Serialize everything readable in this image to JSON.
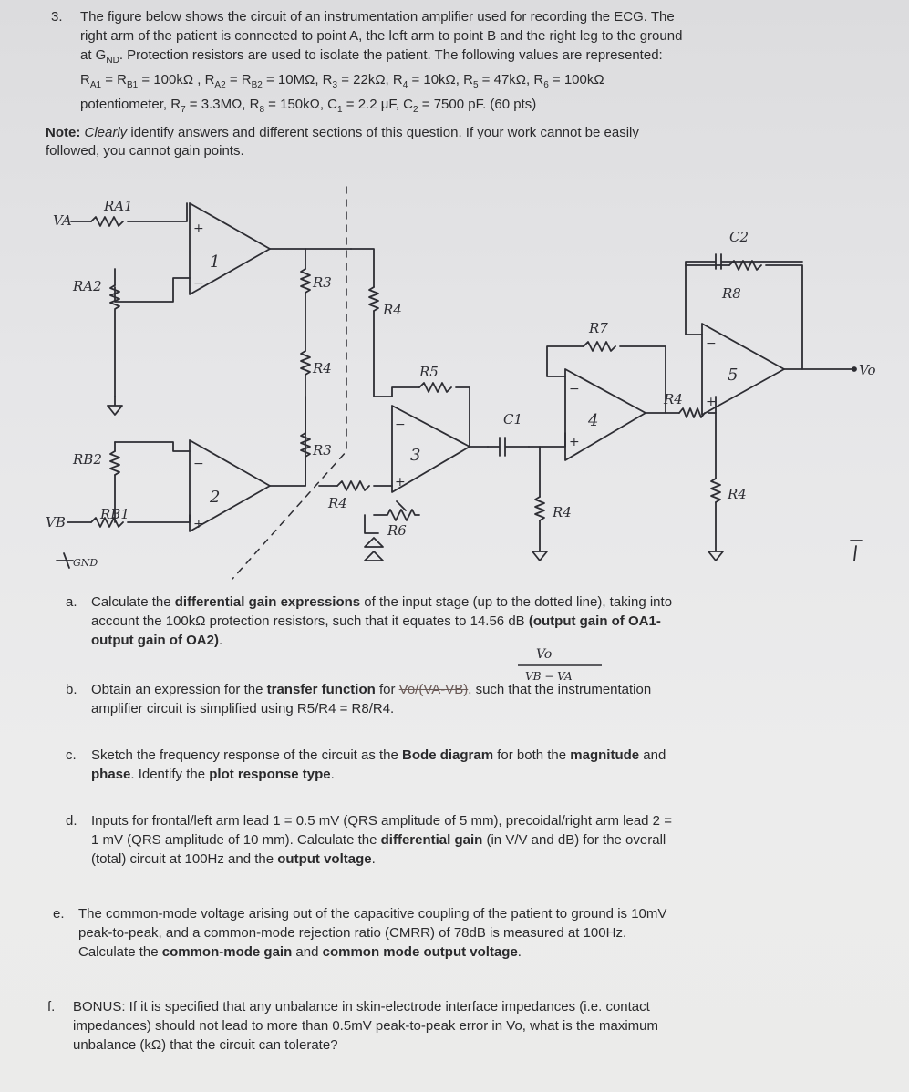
{
  "question": {
    "number": "3.",
    "lines": [
      "The figure below shows the circuit of an instrumentation amplifier used for recording the ECG. The",
      "right arm of the patient is connected to point A, the left arm to point B and the right leg to the ground",
      "at G",
      "ND",
      ". Protection resistors are used to isolate the patient. The following values are represented:",
      "R",
      "A1",
      " = R",
      "B1",
      " = 100kΩ , R",
      "A2",
      " = R",
      "B2",
      " = 10MΩ, R",
      "3",
      " = 22kΩ, R",
      "4",
      " = 10kΩ, R",
      "5",
      " = 47kΩ, R",
      "6",
      " = 100kΩ",
      "potentiometer, R",
      "7",
      " = 3.3MΩ, R",
      "8",
      " = 150kΩ, C",
      "1",
      " = 2.2 μF, C",
      "2",
      " = 7500 pF. (60 pts)"
    ]
  },
  "note": {
    "label": "Note:",
    "pre": " ",
    "emph": "Clearly",
    "rest_line1": " identify answers and different sections of this question. If your work cannot be easily",
    "line2": "followed, you cannot gain points."
  },
  "circuit_labels": {
    "va": "VA",
    "vb": "VB",
    "gnd": "GND",
    "vo": "Vo",
    "ra1": "RA1",
    "ra2": "RA2",
    "rb1": "RB1",
    "rb2": "RB2",
    "r3a": "R3",
    "r4a": "R4",
    "r4b": "R4",
    "r3b": "R3",
    "r4c": "R4",
    "r5": "R5",
    "r6": "R6",
    "r7": "R7",
    "r4d": "R4",
    "r4e": "R4",
    "r4f": "R4",
    "r8": "R8",
    "c1": "C1",
    "c2": "C2",
    "oa1": "1",
    "oa2": "2",
    "oa3": "3",
    "oa4": "4",
    "oa5": "5",
    "plus": "+",
    "minus": "−"
  },
  "items": {
    "a": {
      "letter": "a.",
      "l1_pre": "Calculate the ",
      "l1_bold": "differential gain expressions",
      "l1_post": " of the input stage (up to the dotted line), taking into",
      "l2_pre": "account the 100kΩ protection resistors, such that it equates to 14.56 dB ",
      "l2_bold": "(output gain of OA1-",
      "l3_bold": "output gain of OA2)",
      "l3_post": "."
    },
    "b": {
      "letter": "b.",
      "l1_pre": "Obtain an expression for the ",
      "l1_bold": "transfer function",
      "l1_mid": " for ",
      "l1_strike": "Vo/(VA-VB)",
      "l1_post": ", such that the instrumentation",
      "l2": "amplifier circuit is simplified using R5/R4 = R8/R4.",
      "annot_num": "Vo",
      "annot_den": "VB − VA"
    },
    "c": {
      "letter": "c.",
      "l1_pre": "Sketch the frequency response of the circuit as the ",
      "l1_bold1": "Bode diagram",
      "l1_mid": " for both the ",
      "l1_bold2": "magnitude",
      "l1_post": " and",
      "l2_bold": "phase",
      "l2_mid": ". Identify the ",
      "l2_bold2": "plot response type",
      "l2_post": "."
    },
    "d": {
      "letter": "d.",
      "l1": "Inputs for frontal/left arm lead 1 = 0.5 mV (QRS amplitude of 5 mm), precoidal/right arm lead 2 =",
      "l2_pre": "1 mV (QRS amplitude of 10 mm). Calculate the ",
      "l2_bold": "differential gain",
      "l2_post": " (in V/V and dB) for the overall",
      "l3_pre": "(total) circuit at 100Hz and the ",
      "l3_bold": "output voltage",
      "l3_post": "."
    },
    "e": {
      "letter": "e.",
      "l1": "The common-mode voltage arising out of the capacitive coupling of the patient to ground is 10mV",
      "l2": "peak-to-peak, and a common-mode rejection ratio (CMRR) of 78dB is measured at 100Hz.",
      "l3_pre": "Calculate the ",
      "l3_bold1": "common-mode gain",
      "l3_mid": " and ",
      "l3_bold2": "common mode output voltage",
      "l3_post": "."
    },
    "f": {
      "letter": "f.",
      "l1": "BONUS: If it is specified that any unbalance in skin-electrode interface impedances (i.e. contact",
      "l2": "impedances) should not lead to more than 0.5mV peak-to-peak error in Vo, what is the maximum",
      "l3": "unbalance (kΩ) that the circuit can tolerate?"
    }
  }
}
